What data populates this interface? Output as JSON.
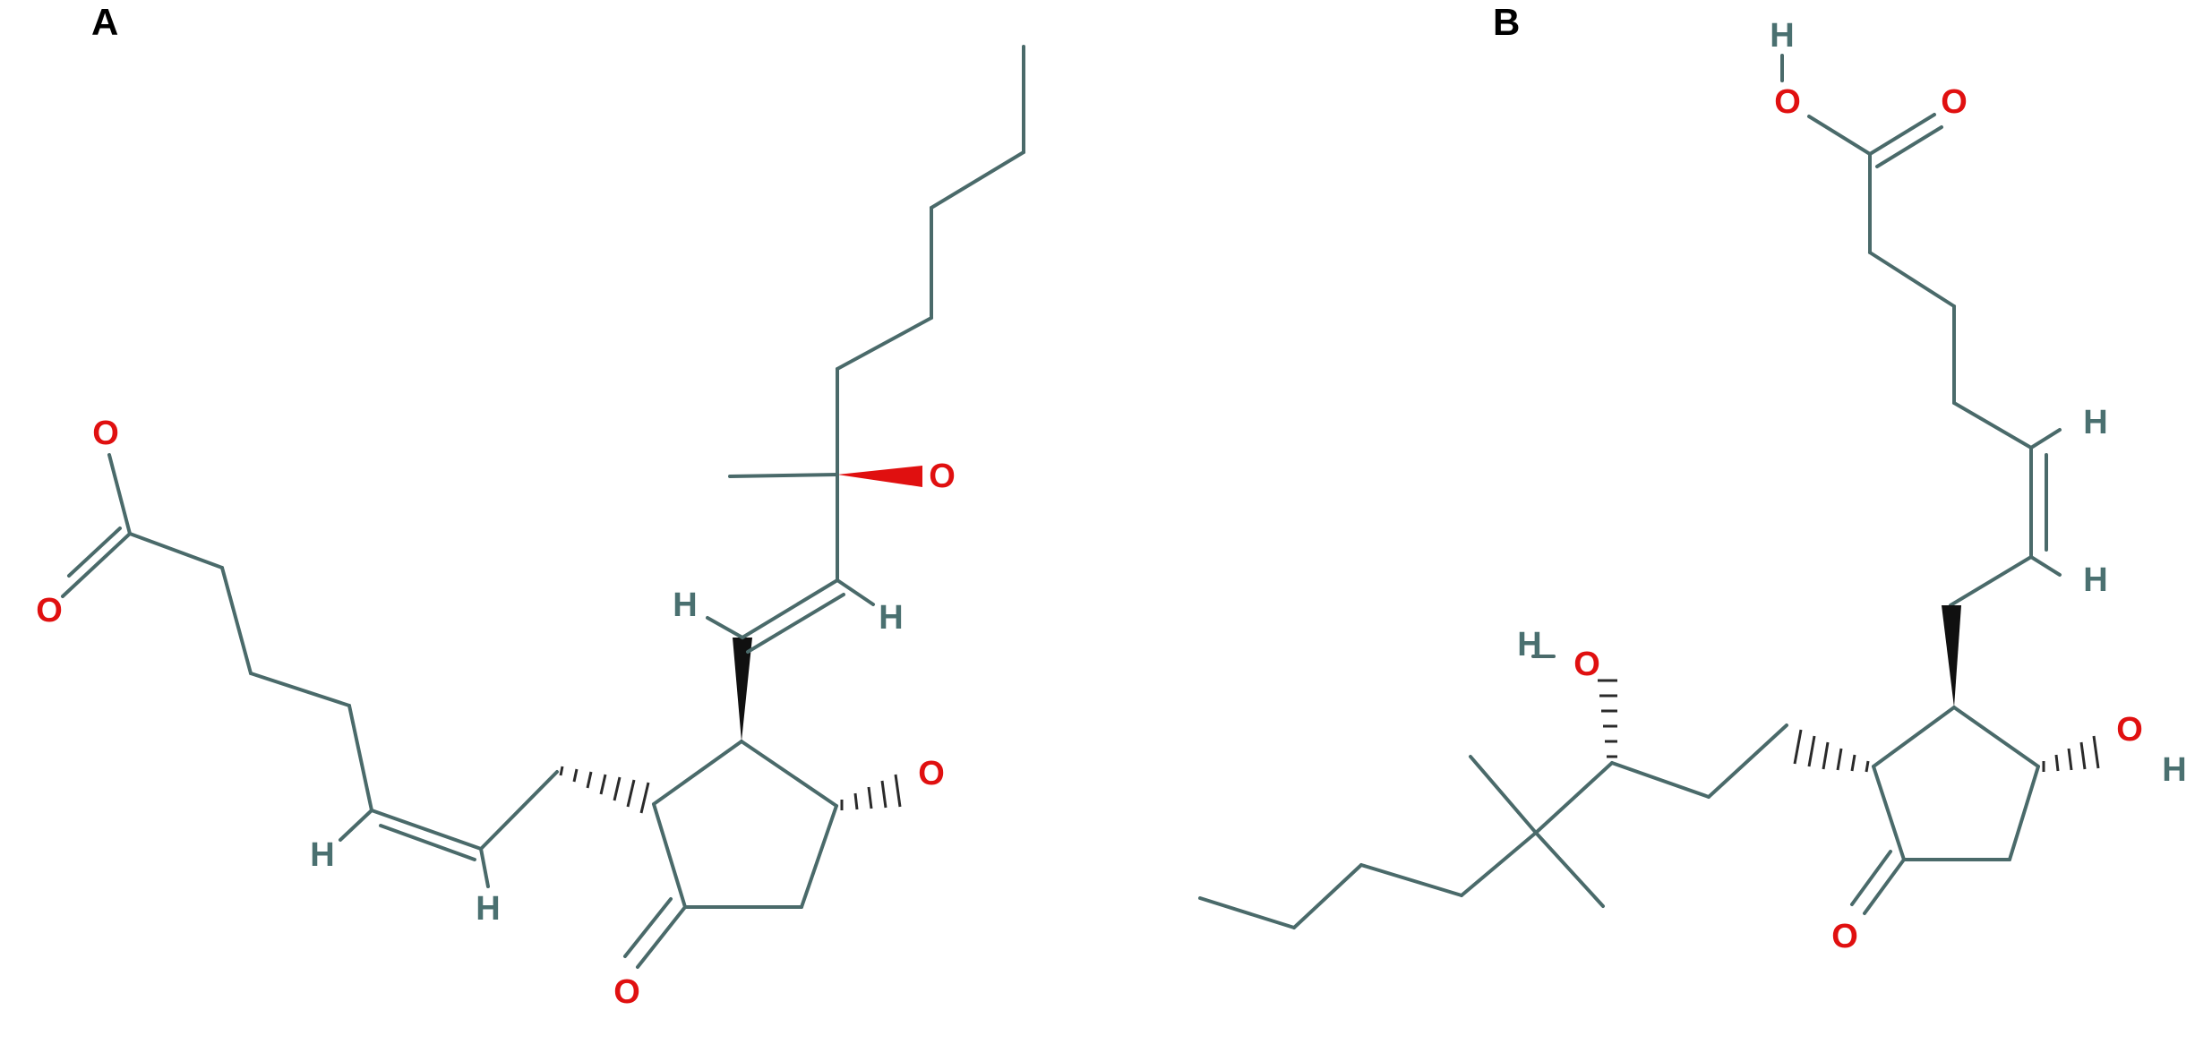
{
  "panels": [
    {
      "label": "A",
      "atoms": {
        "o_carbonyl_top": "O",
        "o_carbonyl_bottom": "O",
        "h_cis_left": "H",
        "h_cis_right": "H",
        "h_trans_left": "H",
        "h_trans_right": "H",
        "o_hydroxyl_chain": "O",
        "o_ring_hydroxyl": "O",
        "o_ring_ketone": "O"
      }
    },
    {
      "label": "B",
      "atoms": {
        "h_acid": "H",
        "o_acid_hydroxyl": "O",
        "o_acid_carbonyl": "O",
        "h_alkene_top": "H",
        "h_alkene_bottom": "H",
        "h_side_hydroxyl": "H",
        "o_side_hydroxyl": "O",
        "o_ring_hydroxyl": "O",
        "h_ring_hydroxyl": "H",
        "o_ring_ketone": "O"
      }
    }
  ],
  "colors": {
    "bond": "#4a6a6a",
    "oxygen": "#e01010",
    "hydrogen": "#4a7070",
    "label": "#000000"
  }
}
